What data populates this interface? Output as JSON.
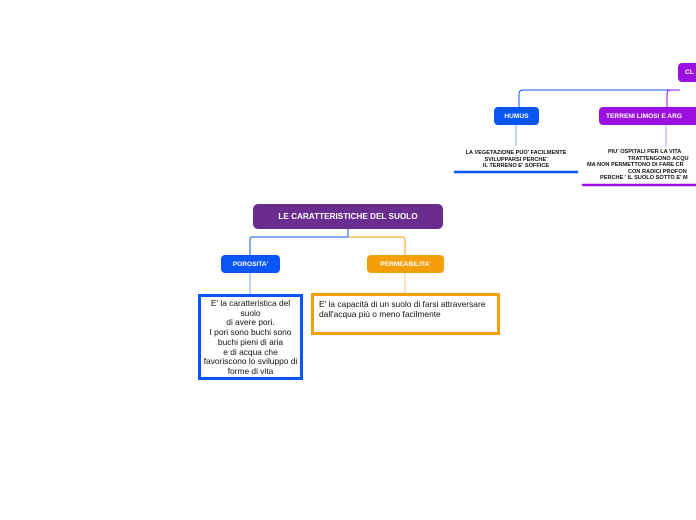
{
  "root": {
    "label": "LE CARATTERISTICHE DEL SUOLO",
    "color": "#6a2c8f"
  },
  "porosita": {
    "label": "POROSITA'",
    "color": "#0a55f5",
    "text": "E' la caratteristica del suolo\ndi avere pori.\nI pori sono buchi sono buchi pieni di aria\ne di acqua che favoriscono lo sviluppo di forme di vita"
  },
  "permeabilita": {
    "label": "PERMEABILITA'",
    "color": "#f59e0b",
    "text": "E' la capacità di un suolo di farsi attraversare dall'acqua più o meno facilmente"
  },
  "humus": {
    "label": "HUMUS",
    "color": "#0a55f5",
    "text": "LA VEGETAZIONE PUO' FACILMENTE SVILUPPARSI PERCHE'\nIL TERRENO E' SOFFICE"
  },
  "limosi": {
    "label": "TERRENI LIMOSI E ARG",
    "color": "#9b10e0",
    "text": "PIU' OSPITALI PER LA VITA\nTRATTENGONO ACQU\nMA NON PERMETTONO DI FARE CR\nCON RADICI PROFON\nPERCHE ' IL SUOLO SOTTO E' M"
  },
  "top": {
    "label": "CL",
    "color": "#9b10e0"
  }
}
